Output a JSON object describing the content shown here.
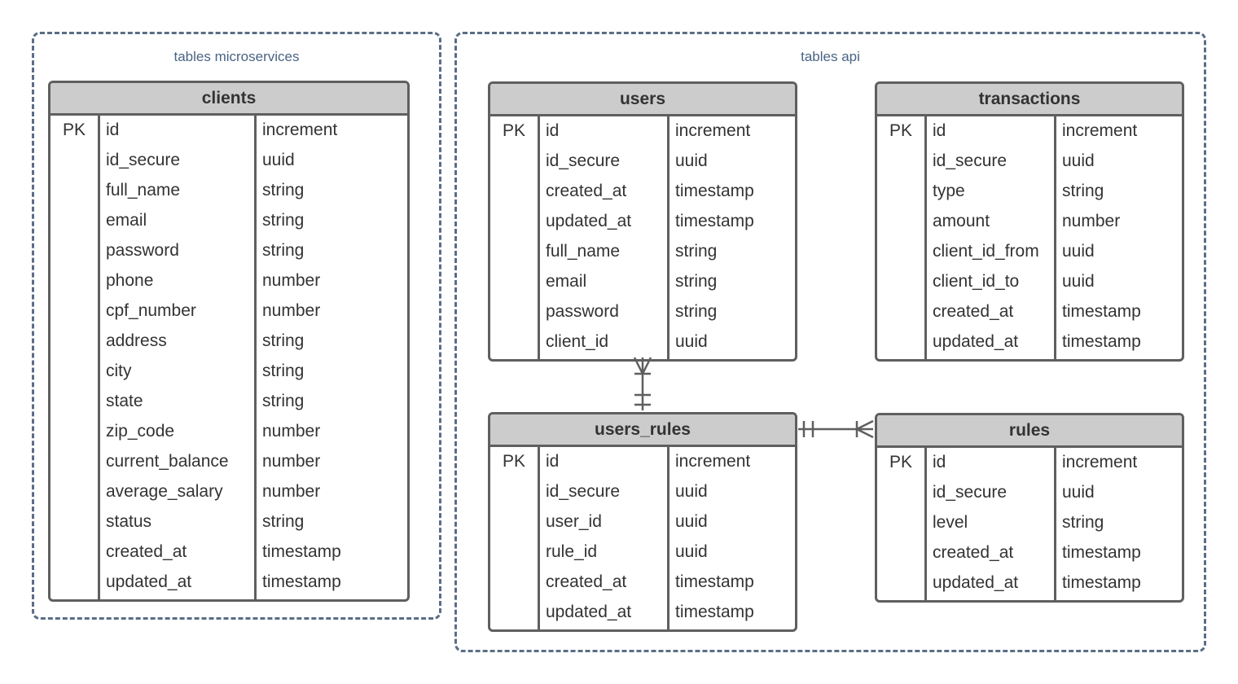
{
  "groups": {
    "microservices": {
      "label": "tables microservices"
    },
    "api": {
      "label": "tables api"
    }
  },
  "colors": {
    "group_border": "#5a6d85",
    "group_label": "#4a6384",
    "entity_border": "#5f5f5f",
    "header_fill": "#cccccc",
    "text": "#333333"
  },
  "entities": {
    "clients": {
      "title": "clients",
      "rows": [
        {
          "key": "PK",
          "name": "id",
          "type": "increment"
        },
        {
          "key": "",
          "name": "id_secure",
          "type": "uuid"
        },
        {
          "key": "",
          "name": "full_name",
          "type": "string"
        },
        {
          "key": "",
          "name": "email",
          "type": "string"
        },
        {
          "key": "",
          "name": "password",
          "type": "string"
        },
        {
          "key": "",
          "name": "phone",
          "type": "number"
        },
        {
          "key": "",
          "name": "cpf_number",
          "type": "number"
        },
        {
          "key": "",
          "name": "address",
          "type": "string"
        },
        {
          "key": "",
          "name": "city",
          "type": "string"
        },
        {
          "key": "",
          "name": "state",
          "type": "string"
        },
        {
          "key": "",
          "name": "zip_code",
          "type": "number"
        },
        {
          "key": "",
          "name": "current_balance",
          "type": "number"
        },
        {
          "key": "",
          "name": "average_salary",
          "type": "number"
        },
        {
          "key": "",
          "name": "status",
          "type": "string"
        },
        {
          "key": "",
          "name": "created_at",
          "type": "timestamp"
        },
        {
          "key": "",
          "name": "updated_at",
          "type": "timestamp"
        }
      ]
    },
    "users": {
      "title": "users",
      "rows": [
        {
          "key": "PK",
          "name": "id",
          "type": "increment"
        },
        {
          "key": "",
          "name": "id_secure",
          "type": "uuid"
        },
        {
          "key": "",
          "name": "created_at",
          "type": "timestamp"
        },
        {
          "key": "",
          "name": "updated_at",
          "type": "timestamp"
        },
        {
          "key": "",
          "name": "full_name",
          "type": "string"
        },
        {
          "key": "",
          "name": "email",
          "type": "string"
        },
        {
          "key": "",
          "name": "password",
          "type": "string"
        },
        {
          "key": "",
          "name": "client_id",
          "type": "uuid"
        }
      ]
    },
    "transactions": {
      "title": "transactions",
      "rows": [
        {
          "key": "PK",
          "name": "id",
          "type": "increment"
        },
        {
          "key": "",
          "name": "id_secure",
          "type": "uuid"
        },
        {
          "key": "",
          "name": "type",
          "type": "string"
        },
        {
          "key": "",
          "name": "amount",
          "type": "number"
        },
        {
          "key": "",
          "name": "client_id_from",
          "type": "uuid"
        },
        {
          "key": "",
          "name": "client_id_to",
          "type": "uuid"
        },
        {
          "key": "",
          "name": "created_at",
          "type": "timestamp"
        },
        {
          "key": "",
          "name": "updated_at",
          "type": "timestamp"
        }
      ]
    },
    "users_rules": {
      "title": "users_rules",
      "rows": [
        {
          "key": "PK",
          "name": "id",
          "type": "increment"
        },
        {
          "key": "",
          "name": "id_secure",
          "type": "uuid"
        },
        {
          "key": "",
          "name": "user_id",
          "type": "uuid"
        },
        {
          "key": "",
          "name": "rule_id",
          "type": "uuid"
        },
        {
          "key": "",
          "name": "created_at",
          "type": "timestamp"
        },
        {
          "key": "",
          "name": "updated_at",
          "type": "timestamp"
        }
      ]
    },
    "rules": {
      "title": "rules",
      "rows": [
        {
          "key": "PK",
          "name": "id",
          "type": "increment"
        },
        {
          "key": "",
          "name": "id_secure",
          "type": "uuid"
        },
        {
          "key": "",
          "name": "level",
          "type": "string"
        },
        {
          "key": "",
          "name": "created_at",
          "type": "timestamp"
        },
        {
          "key": "",
          "name": "updated_at",
          "type": "timestamp"
        }
      ]
    }
  },
  "relationships": [
    {
      "from": "users",
      "to": "users_rules",
      "from_end": "one-or-many",
      "to_end": "exactly-one"
    },
    {
      "from": "users_rules",
      "to": "rules",
      "from_end": "exactly-one",
      "to_end": "one-or-many"
    }
  ]
}
